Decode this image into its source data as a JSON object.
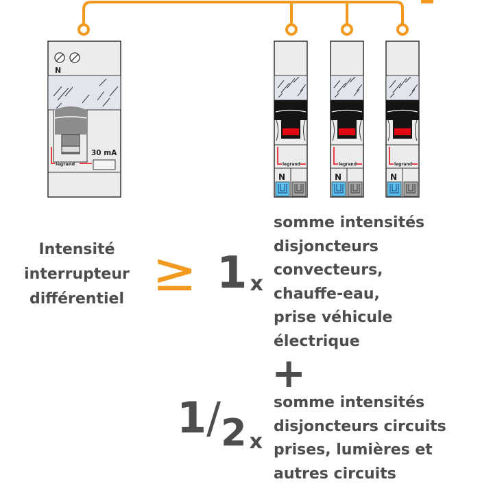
{
  "colors": {
    "accent": "#f29a1f",
    "text": "#4d4d4d",
    "indicator_red": "#e30613",
    "terminal_blue": "#5bc2ef"
  },
  "rcd": {
    "neutral_label": "N",
    "rating": "30 mA",
    "brand": "legrand"
  },
  "breakers": [
    {
      "neutral_label": "N",
      "brand": "legrand"
    },
    {
      "neutral_label": "N",
      "brand": "legrand"
    },
    {
      "neutral_label": "N",
      "brand": "legrand"
    }
  ],
  "formula": {
    "left_label": [
      "Intensité",
      "interrupteur",
      "différentiel"
    ],
    "operator": "≥",
    "term1": {
      "coef": "1",
      "times": "x",
      "lines": [
        "somme intensités",
        "disjoncteurs",
        "convecteurs,",
        "chauffe-eau,",
        "prise véhicule",
        "électrique"
      ]
    },
    "plus": "+",
    "term2": {
      "num": "1",
      "slash": "/",
      "den": "2",
      "times": "x",
      "lines": [
        "somme intensités",
        "disjoncteurs circuits",
        "prises, lumières et",
        "autres circuits"
      ]
    }
  }
}
